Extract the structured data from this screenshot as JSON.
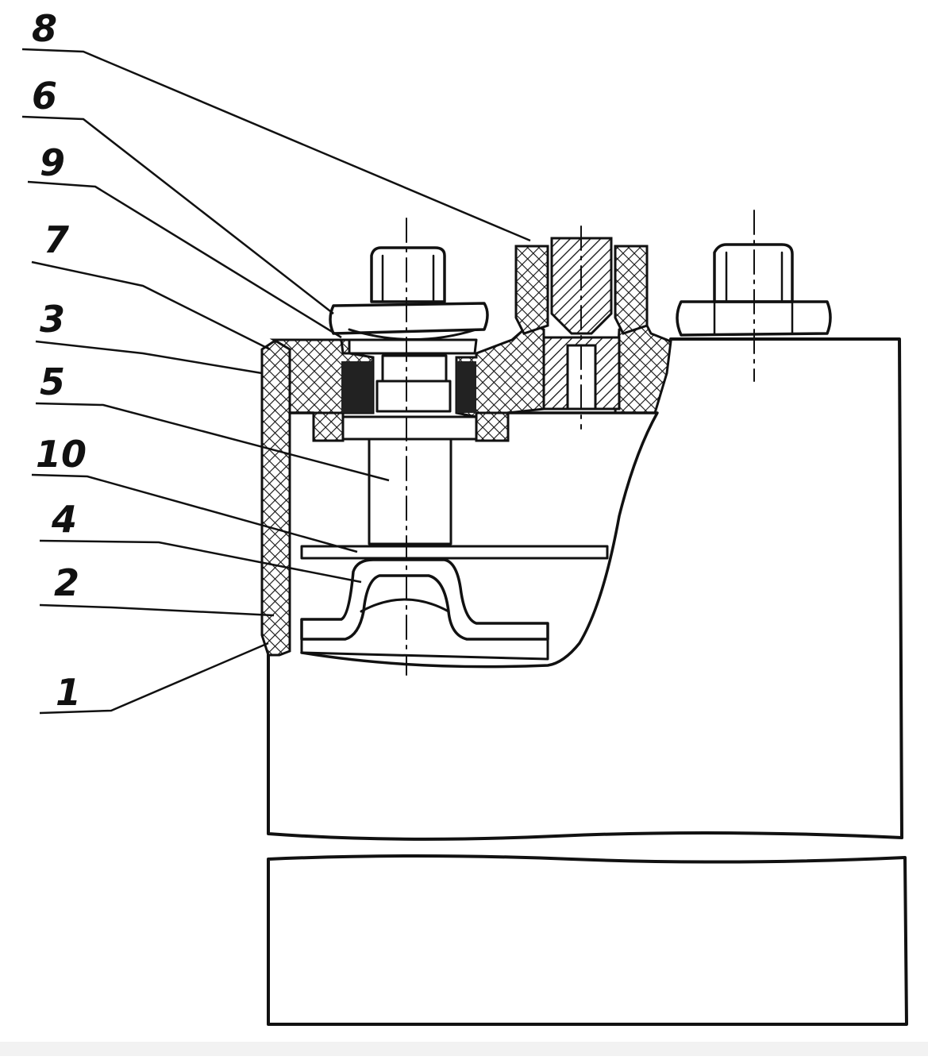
{
  "diagram": {
    "callouts": [
      {
        "id": "c8",
        "label": "8"
      },
      {
        "id": "c6",
        "label": "6"
      },
      {
        "id": "c9",
        "label": "9"
      },
      {
        "id": "c7",
        "label": "7"
      },
      {
        "id": "c3",
        "label": "3"
      },
      {
        "id": "c5",
        "label": "5"
      },
      {
        "id": "c10",
        "label": "10"
      },
      {
        "id": "c4",
        "label": "4"
      },
      {
        "id": "c2",
        "label": "2"
      },
      {
        "id": "c1",
        "label": "1"
      }
    ]
  }
}
